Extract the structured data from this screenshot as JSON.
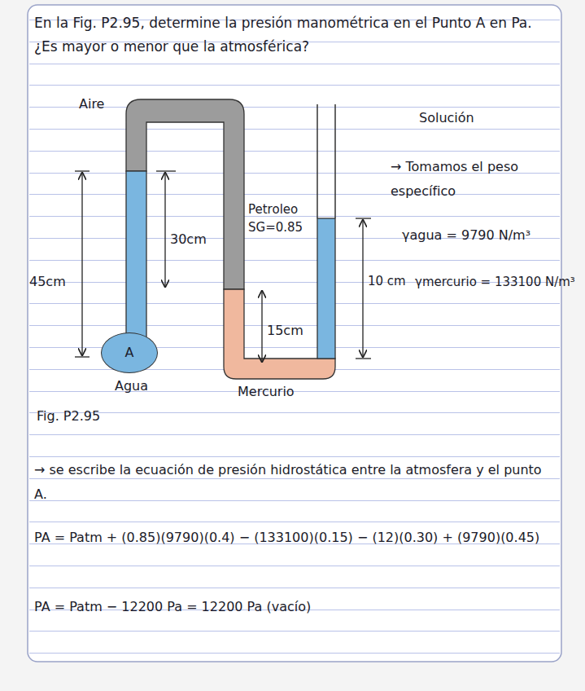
{
  "diagram": {
    "title": "En la Fig. P2.95, determine la presión manométrica en el Punto A en Pa. ¿Es mayor o menor que la atmosférica?",
    "nodes": [
      {
        "text": [
          "A"
        ]
      }
    ],
    "labels": [
      "Aire",
      "45cm",
      "30cm",
      "Petroleo SG=0.85",
      "15cm",
      "10 cm",
      "Agua",
      "Mercurio",
      "Fig. P2.95",
      "Solución",
      "→ Tomamos el peso específico",
      "γagua = 9790 N/m³",
      "γmercurio = 133100 N/m³",
      "→ se escribe la ecuación de presión hidrostática entre la atmosfera y el punto A.",
      "PA = Patm + (0.85)(9790)(0.4) − (133100)(0.15) − (12)(0.30) + (9790)(0.45)",
      "PA = Patm − 12200 Pa = 12200 Pa (vacío)"
    ]
  }
}
